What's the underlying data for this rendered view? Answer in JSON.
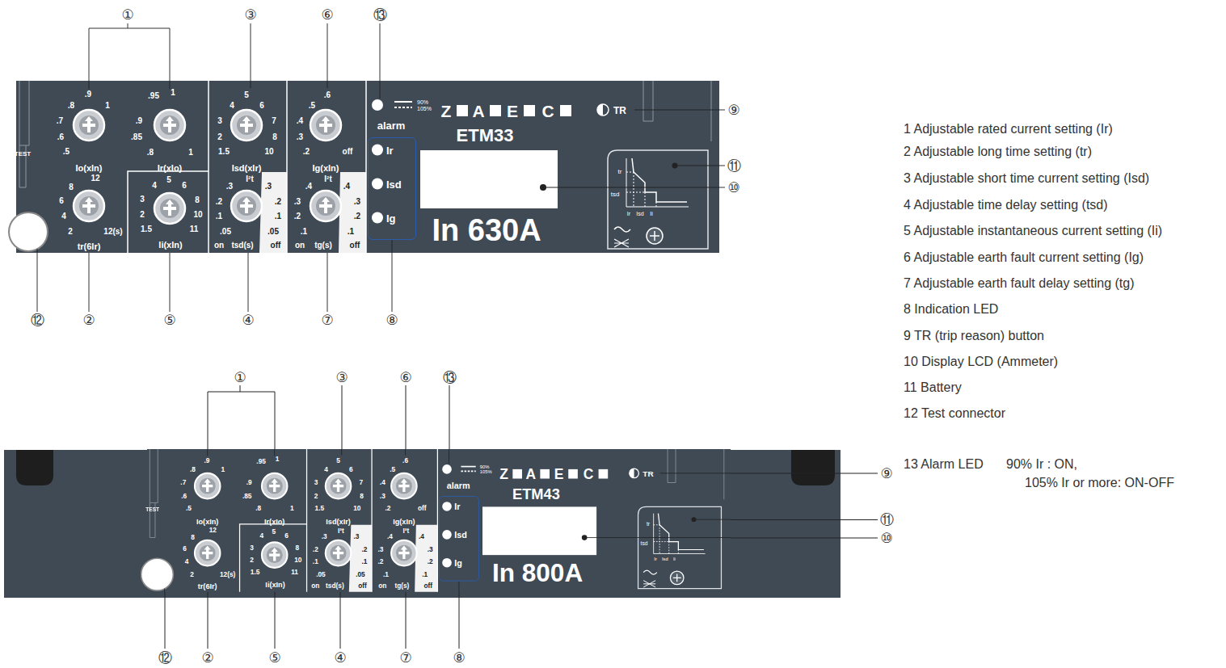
{
  "diagram": {
    "nodes": [
      {
        "text": [
          "ETM33",
          "In 630A"
        ]
      },
      {
        "text": [
          "Ir",
          "Isd",
          "Ig"
        ],
        "in": 0
      },
      {
        "text": [
          "ETM43",
          "In 800A"
        ]
      },
      {
        "text": [
          "Ir",
          "Isd",
          "Ig"
        ],
        "in": 2
      }
    ],
    "labels": [
      ".8",
      ".9",
      "1",
      ".7",
      ".6",
      ".5",
      "Io(xIn)",
      ".95",
      "1",
      ".9",
      ".85",
      ".8",
      "1",
      "Ir(xIo)",
      "8",
      "12",
      "6",
      "4",
      "2",
      "12(s)",
      "tr(6Ir)",
      "4",
      "5",
      "6",
      "3",
      "8",
      "2",
      "10",
      "1.5",
      "11",
      "Ii(xIn)",
      "4",
      "5",
      "6",
      "3",
      "7",
      "2",
      "8",
      "1.5",
      "10",
      "Isd(xIr)",
      "I²t",
      ".3",
      ".2",
      ".1",
      ".05",
      ".3",
      ".2",
      ".1",
      ".05",
      "on",
      "tsd(s)",
      "off",
      ".5",
      ".6",
      ".4",
      ".3",
      ".2",
      "off",
      "Ig(xIn)",
      "I²t",
      ".4",
      ".3",
      ".2",
      ".1",
      ".4",
      ".3",
      ".2",
      ".1",
      "on",
      "tg(s)",
      "off",
      "TEST",
      "alarm",
      "90%",
      "105%",
      "Z",
      "A",
      "E",
      "C",
      "TR",
      "tr",
      "tsd",
      "Ir",
      "Isd",
      "Ii",
      "①",
      "③",
      "⑥",
      "⑬",
      "⑨",
      "⑪",
      "⑩",
      "⑫",
      "②",
      "⑤",
      "④",
      "⑦",
      "⑧",
      ".8",
      ".9",
      "1",
      ".7",
      ".6",
      ".5",
      "Io(xIn)",
      ".95",
      "1",
      ".9",
      ".85",
      ".8",
      "1",
      "Ir(xIo)",
      "8",
      "12",
      "6",
      "4",
      "2",
      "12(s)",
      "tr(6Ir)",
      "4",
      "5",
      "6",
      "3",
      "8",
      "2",
      "10",
      "1.5",
      "11",
      "Ii(xIn)",
      "4",
      "5",
      "6",
      "3",
      "7",
      "2",
      "8",
      "1.5",
      "10",
      "Isd(xIr)",
      "I²t",
      ".3",
      ".2",
      ".1",
      ".05",
      ".3",
      ".2",
      ".1",
      ".05",
      "on",
      "tsd(s)",
      "off",
      ".5",
      ".6",
      ".4",
      ".3",
      ".2",
      "off",
      "Ig(xIn)",
      "I²t",
      ".4",
      ".3",
      ".2",
      ".1",
      ".4",
      ".3",
      ".2",
      ".1",
      "on",
      "tg(s)",
      "off",
      "TEST",
      "alarm",
      "90%",
      "105%",
      "Z",
      "A",
      "E",
      "C",
      "TR",
      "tr",
      "tsd",
      "Ir",
      "Isd",
      "Ii",
      "①",
      "③",
      "⑥",
      "⑬",
      "⑨",
      "⑪",
      "⑩",
      "⑫",
      "②",
      "⑤",
      "④",
      "⑦",
      "⑧",
      "1 Adjustable rated current setting (Ir)",
      "2 Adjustable long time setting (tr)",
      "3 Adjustable short time current setting (Isd)",
      "4 Adjustable time delay setting (tsd)",
      "5 Adjustable instantaneous current setting (Ii)",
      "6 Adjustable earth fault current setting (Ig)",
      "7 Adjustable earth fault delay setting (tg)",
      "8 Indication LED",
      "9 TR (trip reason) button",
      "10 Display LCD (Ammeter)",
      "11 Battery",
      "12 Test connector",
      "13 Alarm LED",
      "90% Ir : ON,",
      "105% Ir or more: ON-OFF"
    ]
  }
}
